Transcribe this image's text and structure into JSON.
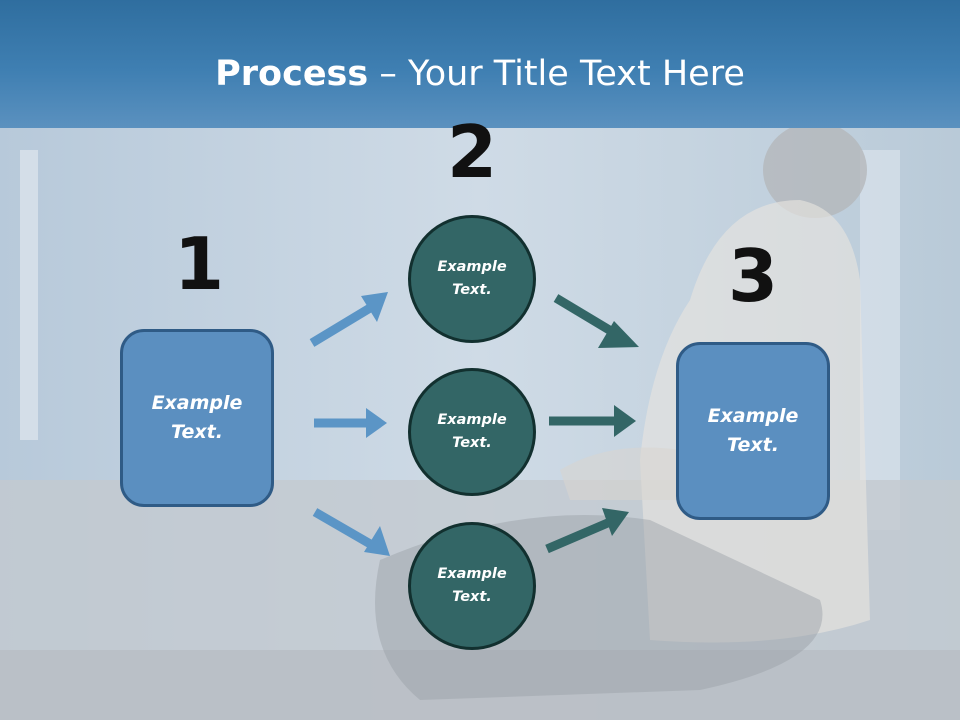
{
  "title": {
    "bold": "Process",
    "rest": " – Your Title Text Here"
  },
  "steps": [
    {
      "number": "1",
      "text": [
        "Example",
        "Text."
      ]
    },
    {
      "number": "2",
      "items": [
        {
          "text": [
            "Example",
            "Text."
          ]
        },
        {
          "text": [
            "Example",
            "Text."
          ]
        },
        {
          "text": [
            "Example",
            "Text."
          ]
        }
      ]
    },
    {
      "number": "3",
      "text": [
        "Example",
        "Text."
      ]
    }
  ],
  "colors": {
    "title_band": "#3a78aa",
    "box_fill": "#5b8fc0",
    "box_border": "#2f5b86",
    "circle_fill": "#336666",
    "arrow_blue": "#5b95c6",
    "arrow_teal": "#336666",
    "number_text": "#111111"
  }
}
